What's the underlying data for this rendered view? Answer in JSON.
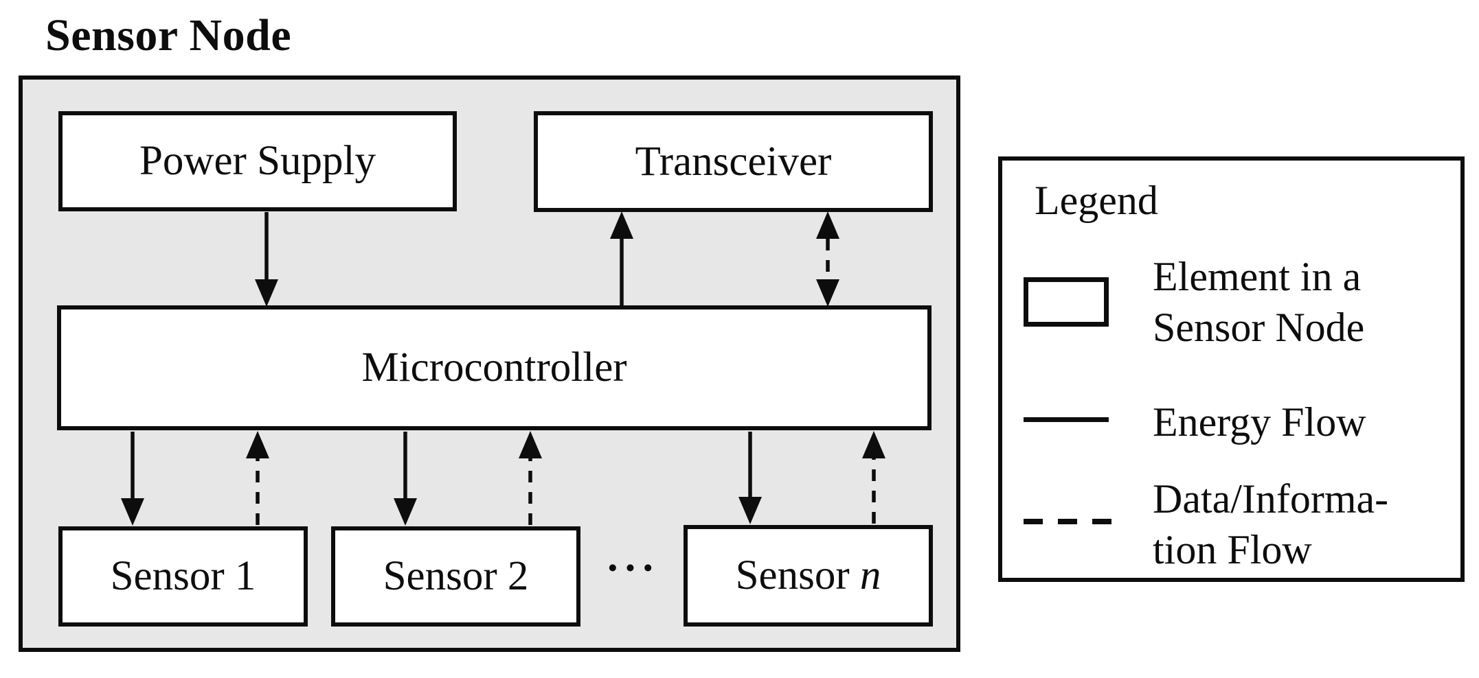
{
  "title": "Sensor Node",
  "colors": {
    "container_fill": "#e7e7e7",
    "box_fill": "#ffffff",
    "line_color": "#0d0d0d",
    "background": "#ffffff"
  },
  "nodes": {
    "power_supply": "Power Supply",
    "transceiver": "Transceiver",
    "microcontroller": "Microcontroller",
    "sensor_1": "Sensor 1",
    "sensor_2": "Sensor 2",
    "ellipsis": "···",
    "sensor_n_prefix": "Sensor",
    "sensor_n_variable": "n"
  },
  "flows": {
    "energy": [
      "power-supply→microcontroller",
      "microcontroller→transceiver",
      "microcontroller→sensor-1",
      "microcontroller→sensor-2",
      "microcontroller→sensor-n"
    ],
    "data": [
      "microcontroller↔transceiver",
      "sensor-1→microcontroller",
      "sensor-2→microcontroller",
      "sensor-n→microcontroller"
    ]
  },
  "legend": {
    "title": "Legend",
    "items": [
      {
        "symbol": "element-box",
        "line1": "Element in a",
        "line2": "Sensor Node"
      },
      {
        "symbol": "solid-line",
        "line1": "Energy Flow",
        "line2": ""
      },
      {
        "symbol": "dashed-line",
        "line1": "Data/Informa-",
        "line2": "tion Flow"
      }
    ]
  }
}
